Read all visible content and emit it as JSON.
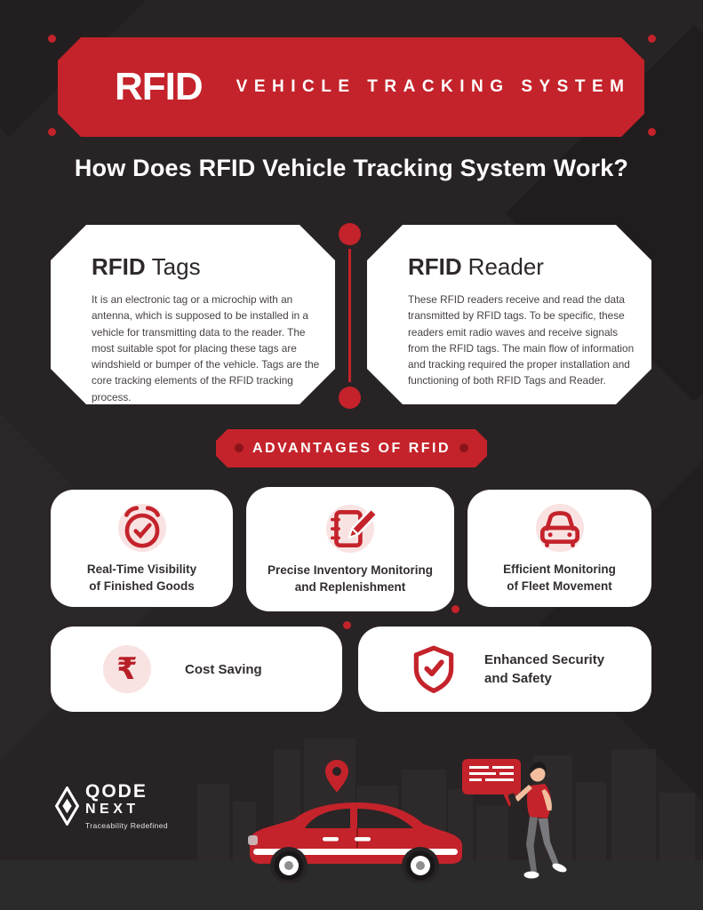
{
  "colors": {
    "accent_red": "#C4232B",
    "dark_red": "#8A1418",
    "background": "#282324",
    "card": "#FFFFFF",
    "heading_text": "#2D2829",
    "body_text": "#474142",
    "icon_pink": "#F9E2E2"
  },
  "header": {
    "brand": "RFID",
    "title": "VEHICLE TRACKING SYSTEM"
  },
  "main_title": "How Does RFID Vehicle Tracking System Work?",
  "info_cards": [
    {
      "title_accent": "RFID",
      "title_rest": "Tags",
      "body": "It is an electronic tag or a microchip with an antenna, which is supposed to be installed in a vehicle for transmitting data to the reader. The most suitable spot for placing these tags are windshield or bumper of the vehicle. Tags are the core tracking elements of the RFID tracking process."
    },
    {
      "title_accent": "RFID",
      "title_rest": "Reader",
      "body": "These RFID readers receive and read the data transmitted by RFID tags. To be specific, these readers emit radio waves and receive signals from the RFID tags. The main flow of information and tracking required the proper installation and functioning of both RFID Tags and Reader."
    }
  ],
  "advantages": {
    "banner_title": "ADVANTAGES OF RFID",
    "items": [
      {
        "icon": "alarm-clock-check-icon",
        "label": "Real-Time Visibility\nof Finished Goods"
      },
      {
        "icon": "notebook-pencil-icon",
        "label": "Precise Inventory Monitoring\nand Replenishment"
      },
      {
        "icon": "car-front-icon",
        "label": "Efficient Monitoring\nof Fleet Movement"
      },
      {
        "icon": "rupee-icon",
        "symbol": "₹",
        "label": "Cost Saving"
      },
      {
        "icon": "shield-check-icon",
        "label": "Enhanced Security\nand Safety"
      }
    ]
  },
  "footer": {
    "logo": {
      "word_top": "QODE",
      "word_bottom": "NEXT",
      "tagline": "Traceability Redefined"
    },
    "illustrations": [
      "city-skyline",
      "location-pin-icon",
      "red-car-illustration",
      "speech-bubble-icon",
      "person-with-phone-illustration"
    ]
  }
}
